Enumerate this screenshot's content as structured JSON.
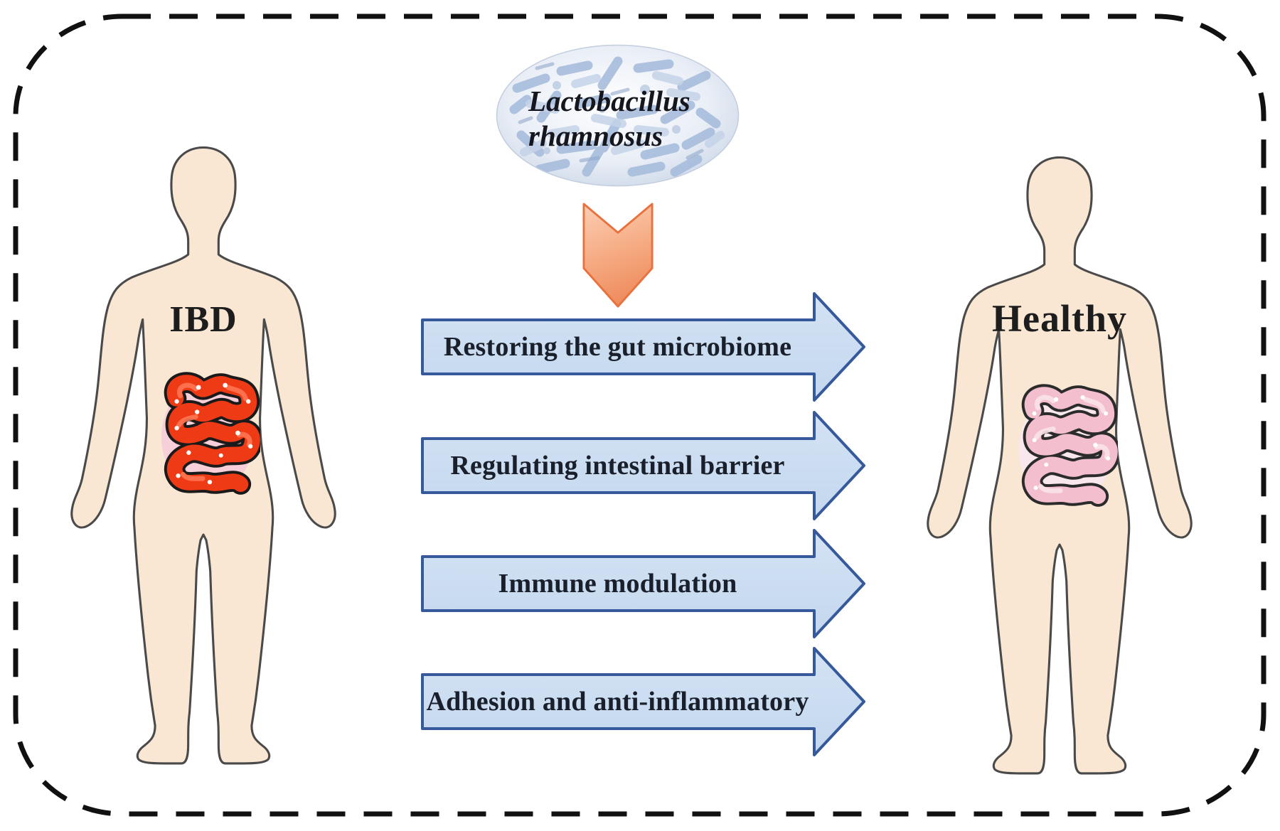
{
  "figure": {
    "probiotic_oval": {
      "line1": "Lactobacillus",
      "line2": "rhamnosus"
    },
    "left_person": {
      "label": "IBD"
    },
    "right_person": {
      "label": "Healthy"
    },
    "mechanism_arrows": [
      {
        "label": "Restoring the gut microbiome"
      },
      {
        "label": "Regulating intestinal barrier"
      },
      {
        "label": "Immune modulation"
      },
      {
        "label": "Adhesion and anti-inflammatory"
      }
    ],
    "colors": {
      "arrow_fill": "#c9dcf0",
      "arrow_border": "#36599b",
      "arrow_text": "#191f2b",
      "chevron_fill_top": "#fac6a9",
      "chevron_fill_bottom": "#ef8c5f",
      "chevron_border": "#e8713d",
      "skin": "#f9e7d4",
      "body_outline": "#4a4a4a",
      "ibd_intestine": "#ee3b16",
      "healthy_intestine": "#f3becd",
      "bacteria_rod": "#a6bcdc",
      "dashed_border": "#111111",
      "label_text": "#1d1d1d"
    }
  }
}
